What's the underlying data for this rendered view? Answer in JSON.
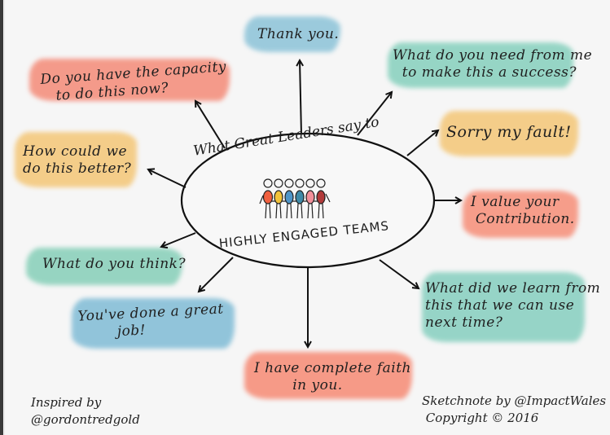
{
  "title": {
    "top": "What Great Leaders say to",
    "bottom": "HIGHLY ENGAGED TEAMS"
  },
  "notes": [
    {
      "id": "thank-you",
      "text": "Thank you.",
      "color": "#7fb8d0"
    },
    {
      "id": "capacity",
      "text": "Do you have the capacity\n   to do this now?",
      "color": "#f2806c"
    },
    {
      "id": "need-from-me",
      "text": "What do you need from me\n  to make this a success?",
      "color": "#7fcbb8"
    },
    {
      "id": "sorry",
      "text": "Sorry my fault!",
      "color": "#f2c26a"
    },
    {
      "id": "better",
      "text": "How could we\ndo this better?",
      "color": "#f2c26a"
    },
    {
      "id": "value",
      "text": "I value your\n Contribution.",
      "color": "#f58a72"
    },
    {
      "id": "think",
      "text": "What do you think?",
      "color": "#7fcbb0"
    },
    {
      "id": "learn",
      "text": "What did we learn from\nthis that we can use\nnext time?",
      "color": "#7fcbb8"
    },
    {
      "id": "great-job",
      "text": "You've done a great\n        job!",
      "color": "#7ab6d0"
    },
    {
      "id": "faith",
      "text": "I have complete faith\n        in you.",
      "color": "#f58470"
    }
  ],
  "credits": {
    "inspired": "Inspired by\n@gordontredgold",
    "sketchnote": "Sketchnote by @ImpactWales\n Copyright © 2016"
  },
  "people_colors": [
    "#f0603f",
    "#f2c23a",
    "#4f95c8",
    "#3f8aa8",
    "#f2909a",
    "#b23a3a"
  ]
}
